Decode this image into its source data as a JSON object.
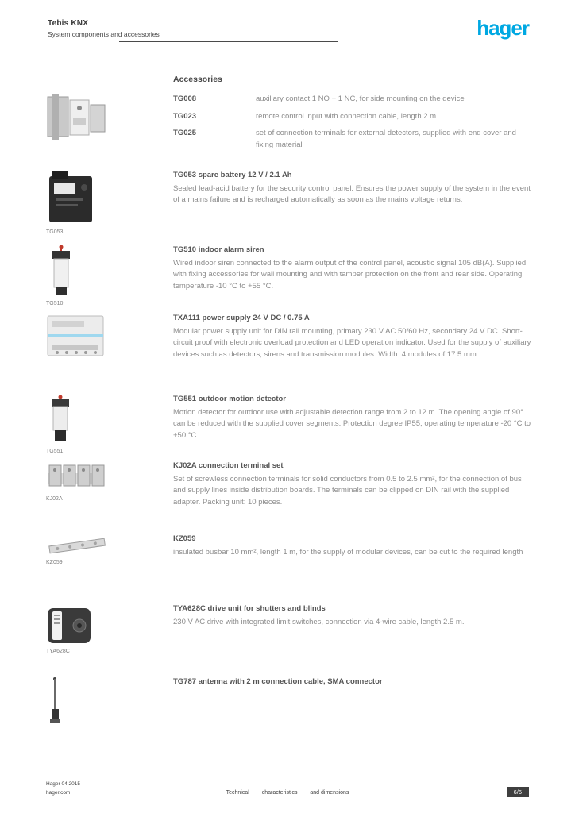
{
  "colors": {
    "accent": "#00a8e2",
    "text_dark": "#4a4a4a",
    "text_light": "#8c8c8c"
  },
  "header": {
    "title": "Tebis KNX",
    "subtitle": "System components and accessories",
    "logo": "hager"
  },
  "content": {
    "heading": "Accessories",
    "rows": [
      {
        "caption": "",
        "entries": [
          {
            "code": "TG008",
            "desc": "auxiliary contact 1 NO + 1 NC, for side mounting on the device"
          },
          {
            "code": "TG023",
            "desc": "remote control input with connection cable, length 2 m"
          },
          {
            "code": "TG025",
            "desc": "set of connection terminals for external detectors, supplied with end cover and fixing material"
          }
        ]
      },
      {
        "caption": "TG053",
        "code": "TG053",
        "title": "spare battery 12 V / 2.1 Ah",
        "desc": "Sealed lead-acid battery for the security control panel. Ensures the power supply of the system in the event of a mains failure and is recharged automatically as soon as the mains voltage returns."
      },
      {
        "caption": "TG510",
        "code": "TG510",
        "title": "indoor alarm siren",
        "desc": "Wired indoor siren connected to the alarm output of the control panel, acoustic signal 105 dB(A). Supplied with fixing accessories for wall mounting and with tamper protection on the front and rear side. Operating temperature -10 °C to +55 °C."
      },
      {
        "caption": "",
        "code": "TXA111",
        "title": "power supply 24 V DC / 0.75 A",
        "desc": "Modular power supply unit for DIN rail mounting, primary 230 V AC 50/60 Hz, secondary 24 V DC. Short-circuit proof with electronic overload protection and LED operation indicator. Used for the supply of auxiliary devices such as detectors, sirens and transmission modules. Width: 4 modules of 17.5 mm."
      },
      {
        "caption": "TG551",
        "code": "TG551",
        "title": "outdoor motion detector",
        "desc": "Motion detector for outdoor use with adjustable detection range from 2 to 12 m. The opening angle of 90° can be reduced with the supplied cover segments. Protection degree IP55, operating temperature -20 °C to +50 °C."
      },
      {
        "caption": "KJ02A",
        "code": "KJ02A",
        "title": "connection terminal set",
        "desc": "Set of screwless connection terminals for solid conductors from 0.5 to 2.5 mm², for the connection of bus and supply lines inside distribution boards. The terminals can be clipped on DIN rail with the supplied adapter. Packing unit: 10 pieces."
      },
      {
        "caption": "KZ059",
        "code": "KZ059",
        "title": "",
        "desc": "insulated busbar 10 mm², length 1 m, for the supply of modular devices, can be cut to the required length"
      },
      {
        "caption": "TYA628C",
        "code": "TYA628C",
        "title": "drive unit for shutters and blinds",
        "desc": "230 V AC drive with integrated limit switches, connection via 4-wire cable, length 2.5 m."
      },
      {
        "caption": "",
        "code": "TG787",
        "title": "antenna with 2 m connection cable, SMA connector",
        "desc": ""
      }
    ]
  },
  "footer": {
    "left_line1": "Hager 04.2015",
    "left_line2": "hager.com",
    "center_1": "Technical",
    "center_2": "characteristics",
    "center_3": "and dimensions",
    "page_badge": "6/6"
  }
}
